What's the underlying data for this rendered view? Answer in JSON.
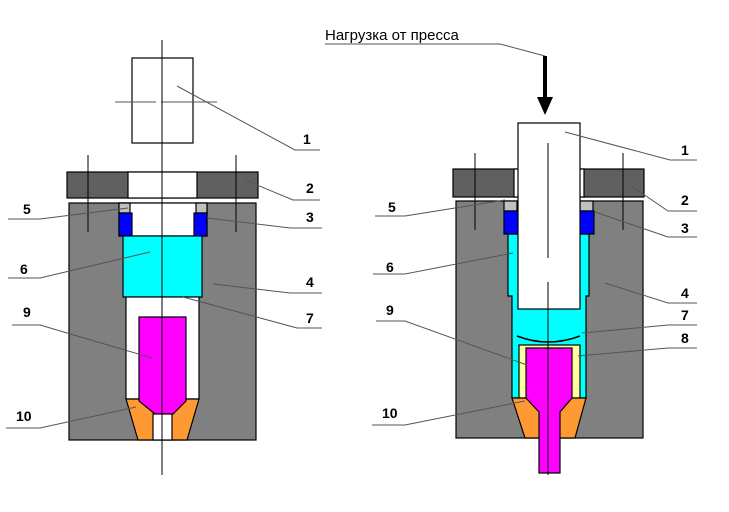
{
  "title": "Нагрузка от пресса",
  "colors": {
    "body": "#808080",
    "seal": "#0000ff",
    "ring": "#c0c0c0",
    "medium": "#00ffff",
    "blank": "#ff00ff",
    "die": "#ff9933",
    "shell": "#ffffa0"
  },
  "left_labels": {
    "l1": "1",
    "l2": "2",
    "l3": "3",
    "l4": "4",
    "l5": "5",
    "l6": "6",
    "l7": "7",
    "l9": "9",
    "l10": "10"
  },
  "right_labels": {
    "l1": "1",
    "l2": "2",
    "l3": "3",
    "l4": "4",
    "l5": "5",
    "l6": "6",
    "l7": "7",
    "l8": "8",
    "l9": "9",
    "l10": "10"
  }
}
